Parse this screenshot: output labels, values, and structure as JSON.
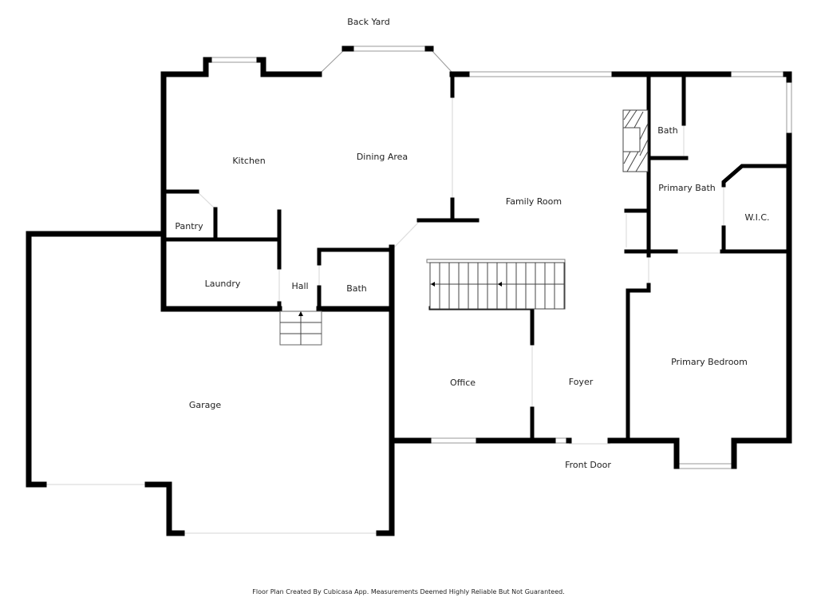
{
  "rooms": {
    "back_yard": "Back Yard",
    "kitchen": "Kitchen",
    "dining_area": "Dining Area",
    "family_room": "Family Room",
    "bath_upper": "Bath",
    "primary_bath": "Primary Bath",
    "wic": "W.I.C.",
    "pantry": "Pantry",
    "laundry": "Laundry",
    "hall": "Hall",
    "bath_hall": "Bath",
    "garage": "Garage",
    "office": "Office",
    "foyer": "Foyer",
    "primary_bedroom": "Primary Bedroom",
    "front_door": "Front Door"
  },
  "footer": "Floor Plan Created By Cubicasa App. Measurements Deemed Highly Reliable But Not Guaranteed."
}
